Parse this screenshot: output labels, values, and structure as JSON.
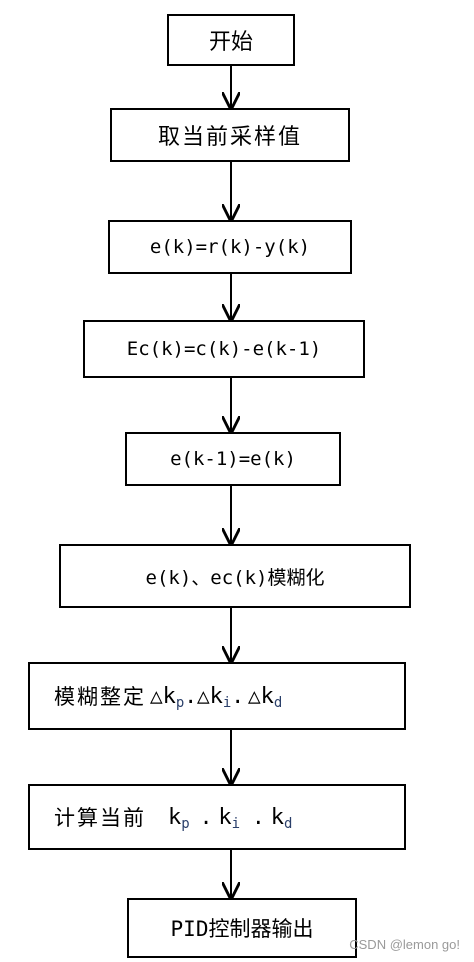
{
  "nodes": [
    {
      "id": "start",
      "text": "开始"
    },
    {
      "id": "sample",
      "text": "取当前采样值"
    },
    {
      "id": "error",
      "text": "e(k)=r(k)-y(k)"
    },
    {
      "id": "error-change",
      "text": "Ec(k)=c(k)-e(k-1)"
    },
    {
      "id": "error-update",
      "text": "e(k-1)=e(k)"
    },
    {
      "id": "fuzzify",
      "text": "e(k)、ec(k)模糊化"
    },
    {
      "id": "fuzzy-tune",
      "prefix": "模糊整定",
      "delta": "△",
      "k": "k",
      "sub_p": "p",
      "sub_i": "i",
      "sub_d": "d",
      "sep": "."
    },
    {
      "id": "compute",
      "prefix": "计算当前",
      "k": "k",
      "sub_p": "p",
      "sub_i": "i",
      "sub_d": "d",
      "sep": "."
    },
    {
      "id": "output",
      "text": "PID控制器输出"
    }
  ],
  "watermark": "CSDN @lemon go!"
}
